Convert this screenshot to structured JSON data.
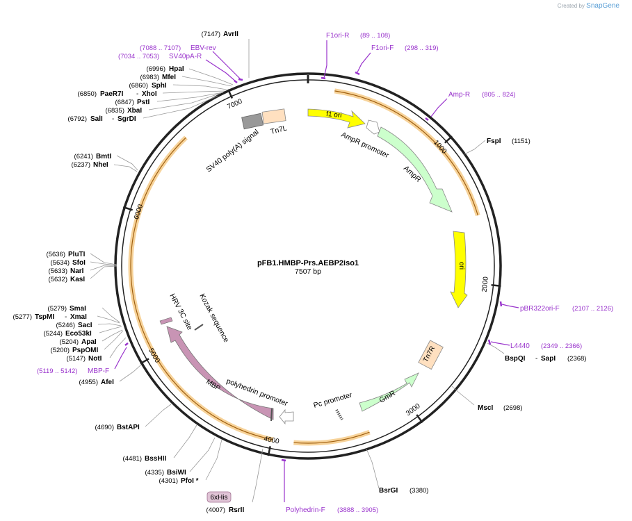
{
  "credit": {
    "prefix": "Created by",
    "brand": "SnapGene"
  },
  "map": {
    "name": "pFB1.HMBP-Prs.AEBP2iso1",
    "length_label": "7507 bp",
    "total_bp": 7507,
    "ticks": [
      {
        "bp": 1000,
        "label": "1000"
      },
      {
        "bp": 2000,
        "label": "2000"
      },
      {
        "bp": 3000,
        "label": "3000"
      },
      {
        "bp": 4000,
        "label": "4000"
      },
      {
        "bp": 5000,
        "label": "5000"
      },
      {
        "bp": 6000,
        "label": "6000"
      },
      {
        "bp": 7000,
        "label": "7000"
      }
    ],
    "colors": {
      "backbone": "#222222",
      "enzyme_line": "#999999",
      "primer": "#9933cc",
      "f1_ori": "#ffff00",
      "ampr": "#ccffcc",
      "ori": "#ffff00",
      "tn7": "#ffe0c0",
      "gmr": "#ccffcc",
      "mbp": "#c894b4",
      "sv40": "#999999",
      "orf": "#f0a020"
    }
  },
  "enzymes": [
    {
      "name": "AvrII",
      "pos": "(7147)"
    },
    {
      "name": "HpaI",
      "pos": "(6996)"
    },
    {
      "name": "MfeI",
      "pos": "(6983)"
    },
    {
      "name": "SphI",
      "pos": "(6860)"
    },
    {
      "name": "PaeR7I",
      "name2": "XhoI",
      "pos": "(6850)"
    },
    {
      "name": "PstI",
      "pos": "(6847)"
    },
    {
      "name": "XbaI",
      "pos": "(6835)"
    },
    {
      "name": "SalI",
      "name2": "SgrDI",
      "pos": "(6792)"
    },
    {
      "name": "BmtI",
      "pos": "(6241)"
    },
    {
      "name": "NheI",
      "pos": "(6237)"
    },
    {
      "name": "PluTI",
      "pos": "(5636)"
    },
    {
      "name": "SfoI",
      "pos": "(5634)"
    },
    {
      "name": "NarI",
      "pos": "(5633)"
    },
    {
      "name": "KasI",
      "pos": "(5632)"
    },
    {
      "name": "SmaI",
      "pos": "(5279)"
    },
    {
      "name": "TspMI",
      "name2": "XmaI",
      "pos": "(5277)"
    },
    {
      "name": "SacI",
      "pos": "(5246)"
    },
    {
      "name": "Eco53kI",
      "pos": "(5244)"
    },
    {
      "name": "ApaI",
      "pos": "(5204)"
    },
    {
      "name": "PspOMI",
      "pos": "(5200)"
    },
    {
      "name": "NotI",
      "pos": "(5147)"
    },
    {
      "name": "AfeI",
      "pos": "(4955)"
    },
    {
      "name": "BstAPI",
      "pos": "(4690)"
    },
    {
      "name": "BssHII",
      "pos": "(4481)"
    },
    {
      "name": "BsiWI",
      "pos": "(4335)"
    },
    {
      "name": "PfoI *",
      "pos": "(4301)"
    },
    {
      "name": "RsrII",
      "pos": "(4007)"
    },
    {
      "name": "BsrGI",
      "pos": "(3380)"
    },
    {
      "name": "MscI",
      "pos": "(2698)"
    },
    {
      "name": "BspQI",
      "name2": "SapI",
      "pos": "(2368)"
    },
    {
      "name": "FspI",
      "pos": "(1151)"
    }
  ],
  "primers": [
    {
      "name": "F1ori-R",
      "range": "(89 .. 108)"
    },
    {
      "name": "F1ori-F",
      "range": "(298 .. 319)"
    },
    {
      "name": "Amp-R",
      "range": "(805 .. 824)"
    },
    {
      "name": "pBR322ori-F",
      "range": "(2107 .. 2126)"
    },
    {
      "name": "L4440",
      "range": "(2349 .. 2366)"
    },
    {
      "name": "Polyhedrin-F",
      "range": "(3888 .. 3905)"
    },
    {
      "name": "MBP-F",
      "range": "(5119 .. 5142)"
    },
    {
      "name": "SV40pA-R",
      "range": "(7034 .. 7053)"
    },
    {
      "name": "EBV-rev",
      "range": "(7088 .. 7107)"
    }
  ],
  "features": {
    "f1_ori": "f1 ori",
    "ampr_promoter": "AmpR promoter",
    "ampr": "AmpR",
    "ori": "ori",
    "tn7r": "Tn7R",
    "gmr": "GmR",
    "pc_promoter": "Pc promoter",
    "polyhedrin_promoter": "polyhedrin promoter",
    "mbp": "MBP",
    "hrv_3c_site": "HRV 3C site",
    "kozak_sequence": "Kozak sequence",
    "his_tag": "6xHis",
    "sv40_polya": "SV40 poly(A) signal",
    "tn7l": "Tn7L"
  }
}
